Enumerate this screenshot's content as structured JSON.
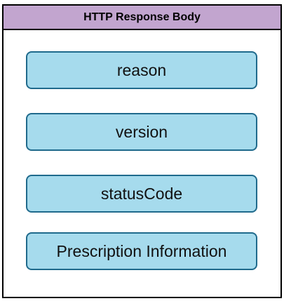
{
  "header": {
    "title": "HTTP Response Body"
  },
  "fields": [
    {
      "label": "reason"
    },
    {
      "label": "version"
    },
    {
      "label": "statusCode"
    },
    {
      "label": "Prescription Information"
    }
  ],
  "colors": {
    "header_bg": "#c2a5cf",
    "field_bg": "#a6dbed",
    "field_border": "#1f6a8c"
  }
}
